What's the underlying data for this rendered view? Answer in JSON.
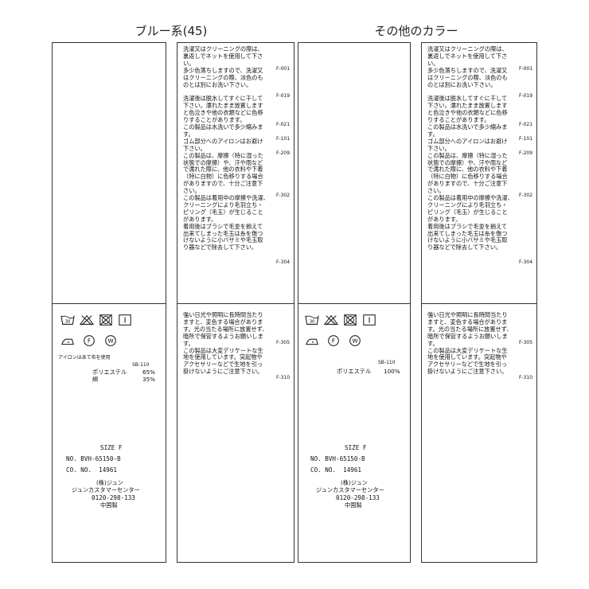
{
  "titles": [
    "ブルー系(45)",
    "その他のカラー"
  ],
  "care_text_upper": "洗濯又はクリーニングの際は、\n裏返しでネットを使用して下さ\nい。\n多少色落ちしますので、洗濯又\nはクリーニングの際、淡色のも\nのとは別にお洗い下さい。\n\n洗濯後は脱水してすぐに干して\n下さい。濡れたまま放置します\nと色泣きや他の衣類などに色移\nりすることがあります。\nこの製品は水洗いで多少縮みま\nす。\nゴム部分へのアイロンはお避け\n下さい。\nこの製品は、摩擦（特に湿った\n状態での摩擦）や、汗や雨など\nで濡れた際に、他の衣料や下着\n（特に白物）に色移りする場合\nがありますので、十分ご注意下\nさい。\nこの製品は着用中の摩擦や洗濯、\nクリーニングにより毛羽立ち・\nピリング（毛玉）が生じること\nがあります。\n着用後はブラシで毛並を揃えて\n出来てしまった毛玉は糸を傷つ\nけないように小バサミや毛玉取\nり器などで除去して下さい。",
  "care_codes_upper": [
    "F-001",
    "F-019",
    "F-021",
    "F-101",
    "F-209",
    "F-302",
    "F-304"
  ],
  "care_text_lower": "強い日光や照明に長時間当たり\nますと、変色する場合がありま\nす。光の当たる場所に放置せず、\n暗所で保管するようお願いしま\nす。\nこの製品は大変デリケートな生\n地を使用しています。突起物や\nアクセサリーなどで生地を引っ\n掛けないようにご注意下さい。",
  "care_codes_lower": [
    "F-305",
    "F-310"
  ],
  "iron_note": "アイロンはあて布を使用",
  "sb_code": "SB-110",
  "blue": {
    "composition": [
      {
        "material": "ポリエステル",
        "percent": "65%"
      },
      {
        "material": "綿",
        "percent": "35%"
      }
    ]
  },
  "other": {
    "composition": [
      {
        "material": "ポリエステル",
        "percent": "100%"
      }
    ]
  },
  "info": {
    "size": "SIZE F",
    "no": "NO. BVH-65150-B",
    "co": "CO. NO.  14961",
    "company": "(株)ジュン",
    "center": "ジュンカスタマーセンター",
    "phone": "0120-298-133",
    "origin": "中国製"
  },
  "icons": [
    "wash-30-icon",
    "no-bleach-icon",
    "no-tumble-dry-icon",
    "line-dry-icon",
    "iron-low-icon",
    "dry-clean-f-icon",
    "wet-clean-w-icon"
  ]
}
